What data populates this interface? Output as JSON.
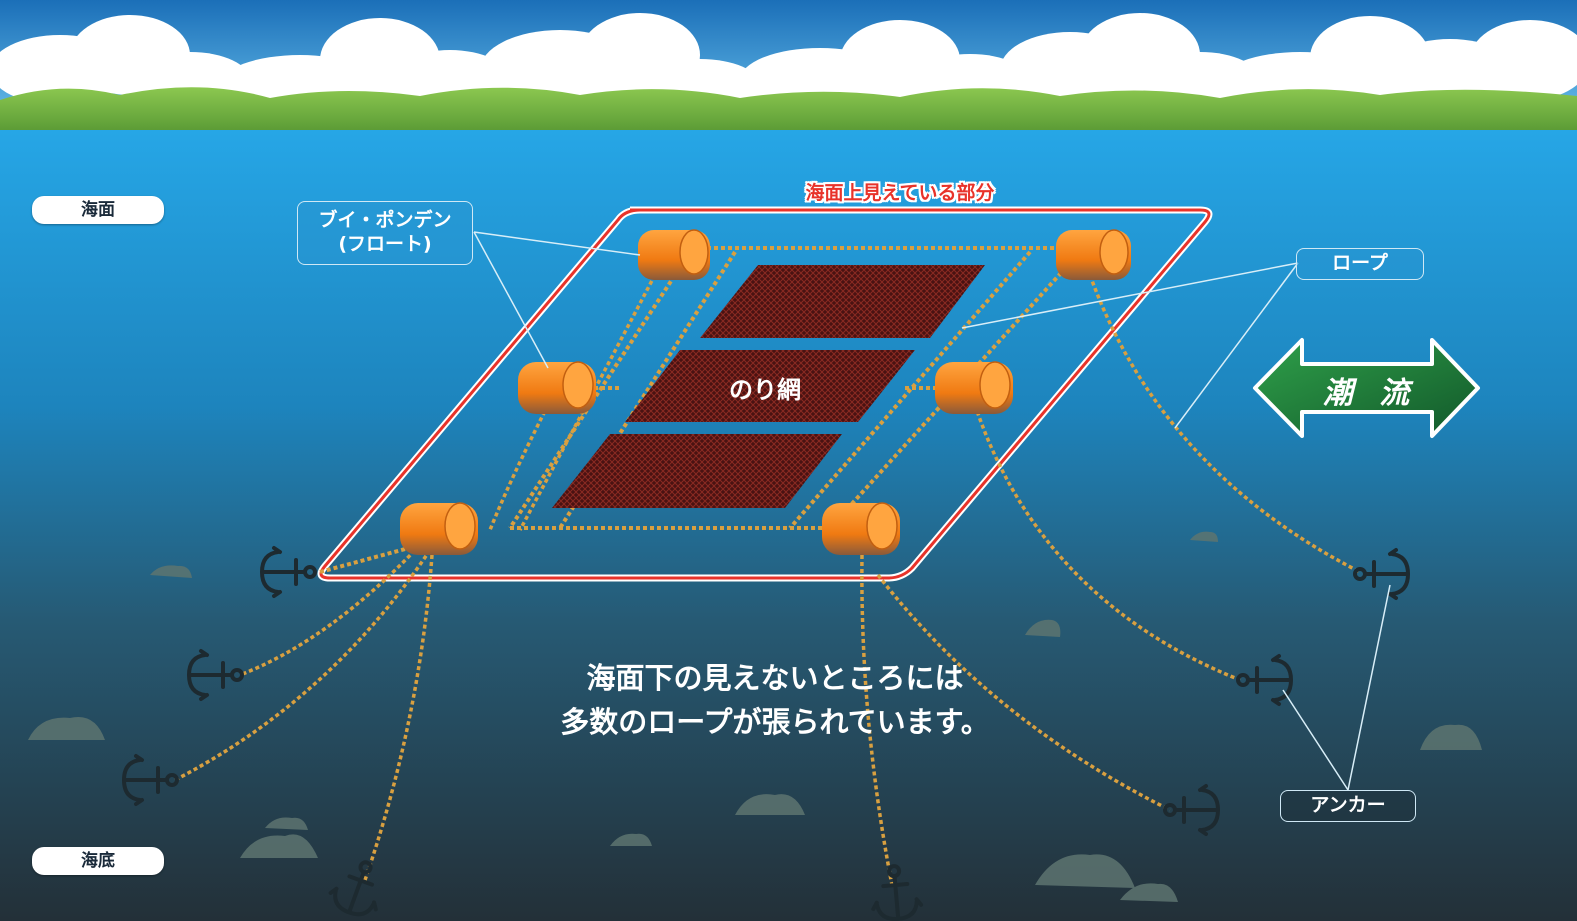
{
  "labels": {
    "sea_surface": "海面",
    "sea_floor": "海底",
    "visible_part": "海面上見えている部分",
    "buoy_line1": "ブイ・ポンデン",
    "buoy_line2": "(フロート)",
    "rope": "ロープ",
    "nori_net": "のり網",
    "tide": "潮 流",
    "anchor": "アンカー"
  },
  "caption": {
    "line1": "海面下の見えないところには",
    "line2": "多数のロープが張られています。"
  },
  "colors": {
    "sky_top": "#2a8fd6",
    "sea_top": "#27a3e2",
    "sea_bottom": "#22303a",
    "hills": "#7cb342",
    "buoy": "#f58a1f",
    "rope": "#d9a040",
    "net": "#5a1a1a",
    "frame": "#e8332a",
    "arrow": "#1e7a3a"
  }
}
